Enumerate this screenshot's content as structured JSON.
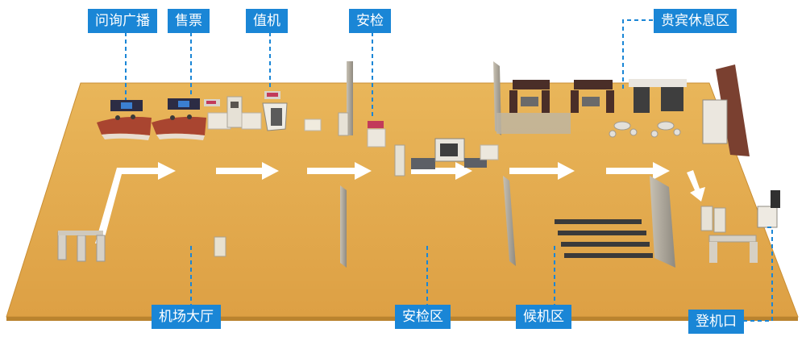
{
  "diagram": {
    "title": "",
    "colors": {
      "floor": "#e3aa4c",
      "label_bg": "#1a86d6",
      "label_text": "#ffffff",
      "arrow": "#ffffff",
      "leader": "#1a86d6"
    },
    "labels": {
      "info_broadcast": "问询广播",
      "ticketing": "售票",
      "check_in": "值机",
      "security_check": "安检",
      "vip_lounge": "贵宾休息区",
      "terminal_hall": "机场大厅",
      "security_area": "安检区",
      "waiting_area": "候机区",
      "boarding_gate": "登机口"
    }
  }
}
